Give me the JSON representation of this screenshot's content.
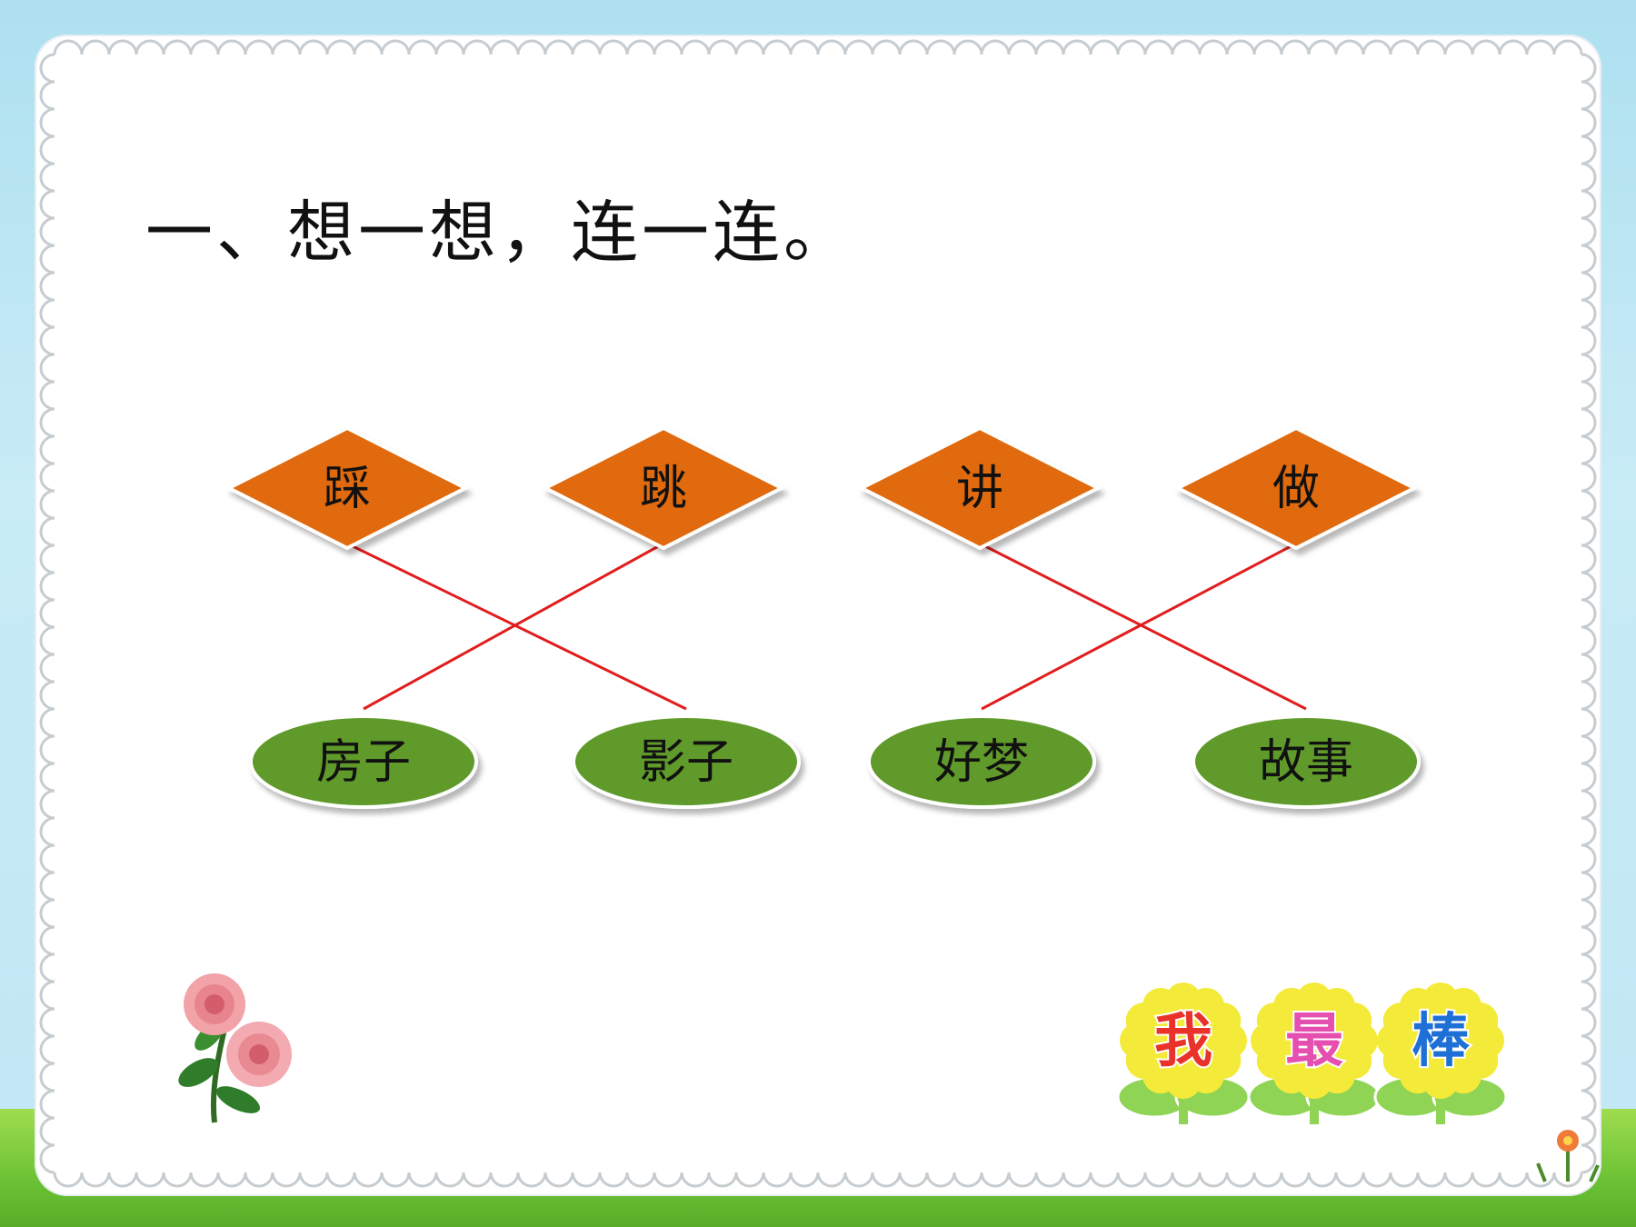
{
  "title": "一、想一想，连一连。",
  "verbs": [
    {
      "label": "踩"
    },
    {
      "label": "跳"
    },
    {
      "label": "讲"
    },
    {
      "label": "做"
    }
  ],
  "nouns": [
    {
      "label": "房子"
    },
    {
      "label": "影子"
    },
    {
      "label": "好梦"
    },
    {
      "label": "故事"
    }
  ],
  "connections": [
    {
      "from": "踩",
      "to": "影子"
    },
    {
      "from": "跳",
      "to": "房子"
    },
    {
      "from": "讲",
      "to": "故事"
    },
    {
      "from": "做",
      "to": "好梦"
    }
  ],
  "badge": {
    "chars": [
      {
        "label": "我",
        "color": "#e8322a"
      },
      {
        "label": "最",
        "color": "#e44fb0"
      },
      {
        "label": "棒",
        "color": "#1e6fd6"
      }
    ]
  },
  "colors": {
    "diamond_fill": "#e06a0b",
    "ellipse_fill": "#5f9a2a",
    "line_color": "#e11d1d",
    "petal_color": "#f4ea3a",
    "leaf_color": "#8fd454",
    "background_sky": "#bfe7f4",
    "grass": "#6cc235"
  },
  "decorations": [
    "rose-flower-icon",
    "small-flower-icon"
  ]
}
